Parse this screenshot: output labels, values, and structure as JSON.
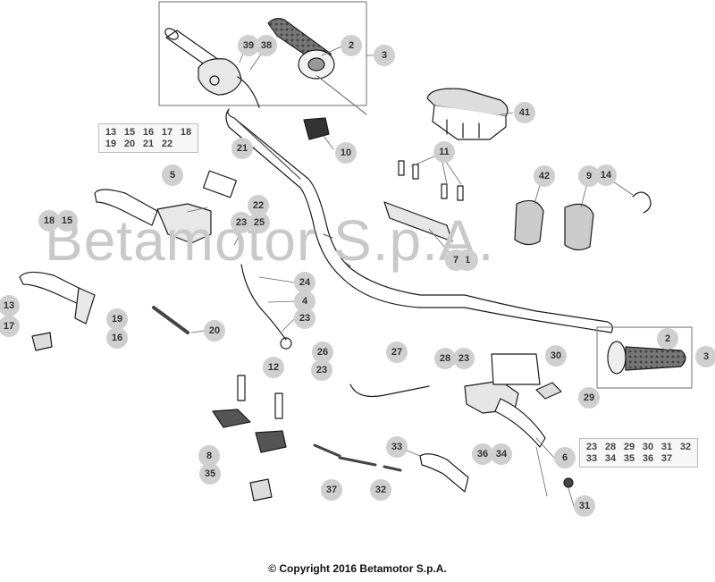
{
  "watermark": "Betamotor S.p.A.",
  "copyright": "© Copyright 2016 Betamotor S.p.A.",
  "group_boxes": {
    "left_group": [
      "13",
      "15",
      "16",
      "17",
      "18",
      "19",
      "20",
      "21",
      "22"
    ],
    "right_group": [
      "23",
      "28",
      "29",
      "30",
      "31",
      "32",
      "33",
      "34",
      "35",
      "36",
      "37"
    ]
  },
  "callouts": [
    "1",
    "2",
    "2",
    "3",
    "3",
    "4",
    "5",
    "6",
    "7",
    "8",
    "9",
    "10",
    "11",
    "12",
    "13",
    "14",
    "15",
    "16",
    "17",
    "18",
    "19",
    "20",
    "21",
    "22",
    "23",
    "23",
    "23",
    "23",
    "24",
    "25",
    "26",
    "27",
    "28",
    "29",
    "30",
    "31",
    "32",
    "33",
    "34",
    "35",
    "36",
    "37",
    "38",
    "39",
    "41",
    "42"
  ]
}
